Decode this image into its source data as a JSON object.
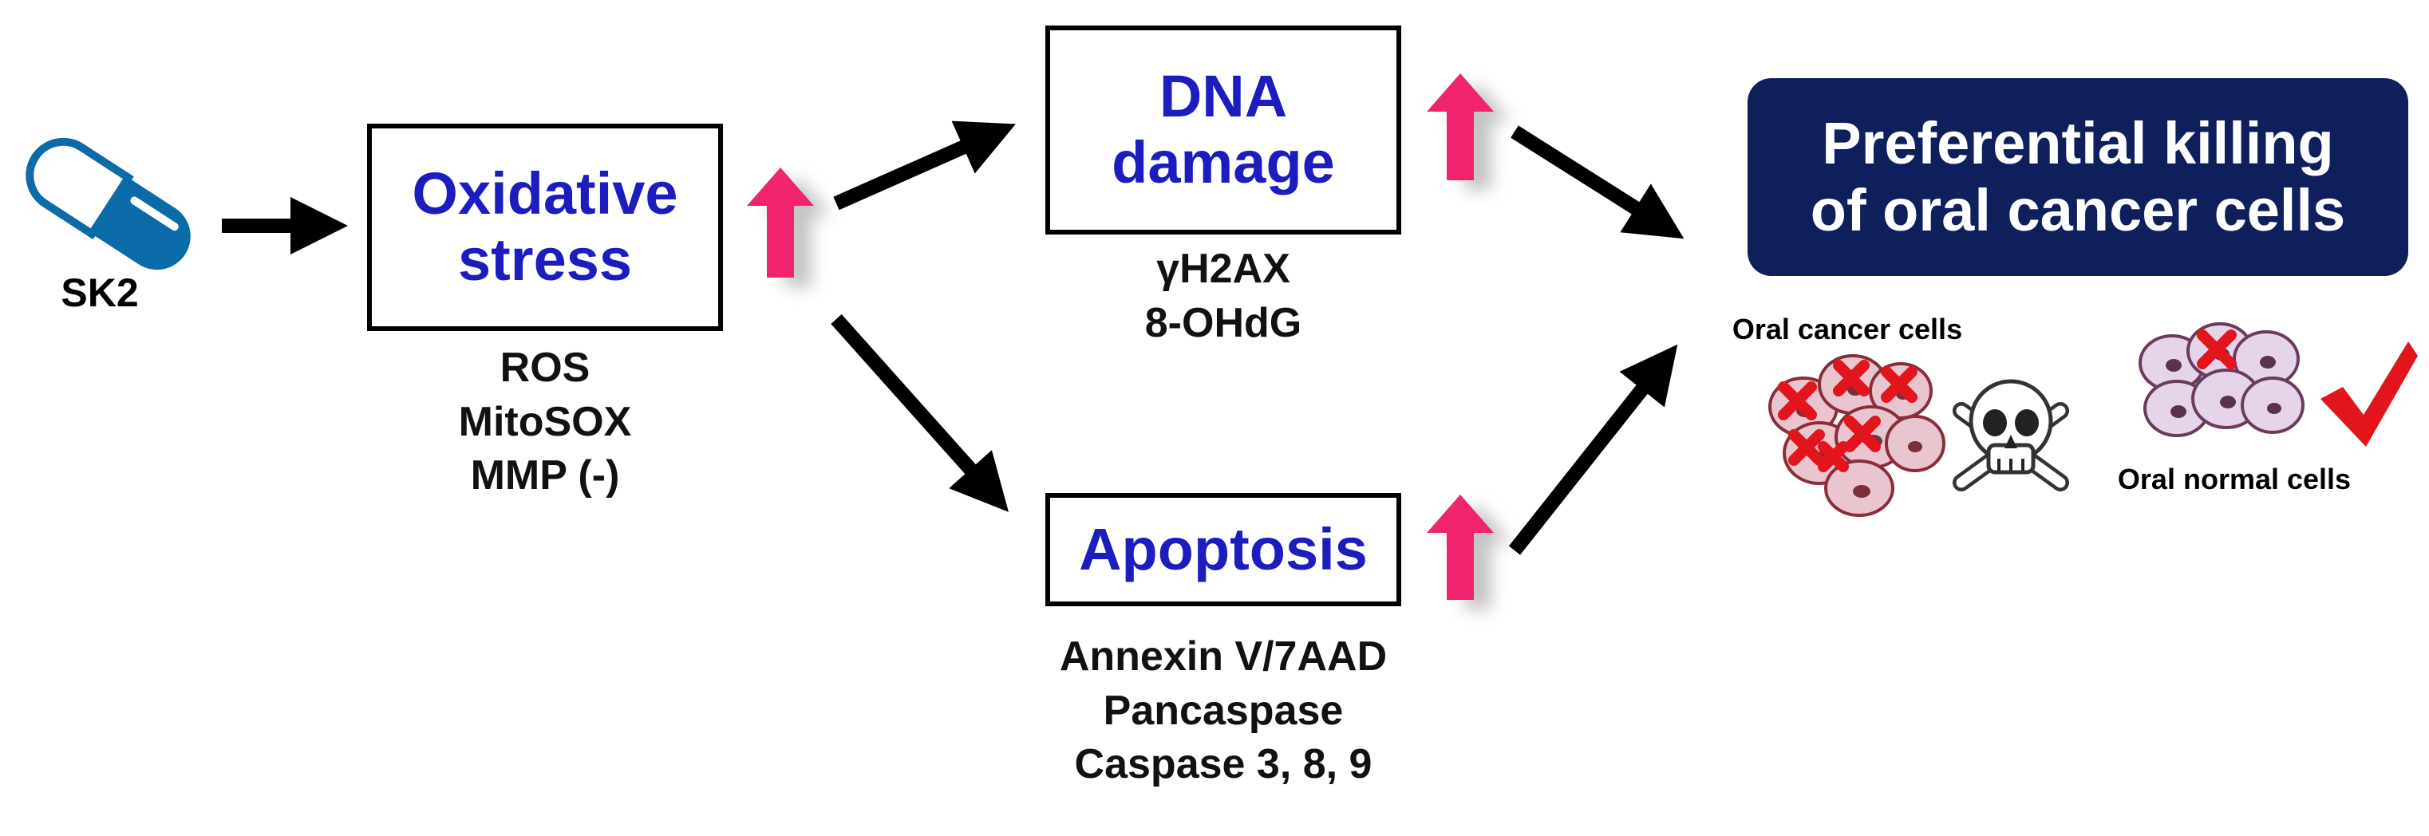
{
  "drug": {
    "label": "SK2",
    "icon": "capsule-icon"
  },
  "boxes": {
    "oxidative_stress": {
      "title_line1": "Oxidative",
      "title_line2": "stress",
      "markers": [
        "ROS",
        "MitoSOX",
        "MMP (-)"
      ]
    },
    "dna_damage": {
      "title_line1": "DNA",
      "title_line2": "damage",
      "markers": [
        "γH2AX",
        "8-OHdG"
      ]
    },
    "apoptosis": {
      "title": "Apoptosis",
      "markers": [
        "Annexin V/7AAD",
        "Pancaspase",
        "Caspase 3, 8, 9"
      ]
    }
  },
  "outcome": {
    "line1": "Preferential killing",
    "line2": "of oral cancer cells"
  },
  "cells": {
    "cancer_label": "Oral cancer cells",
    "normal_label": "Oral normal cells"
  },
  "icons": {
    "up_arrow": "up-arrow-icon",
    "skull": "skull-crossbones-icon",
    "check": "checkmark-icon",
    "cross": "red-x-icon"
  },
  "colors": {
    "box_title": "#1c1cbf",
    "outcome_bg": "#0e1f5b",
    "up_arrow": "#f0246e",
    "capsule": "#0b6aa8",
    "cell_fill": "#e9c6cf",
    "cell_stroke": "#8a2c3a",
    "cross": "#e2141c",
    "check": "#e2141c"
  }
}
